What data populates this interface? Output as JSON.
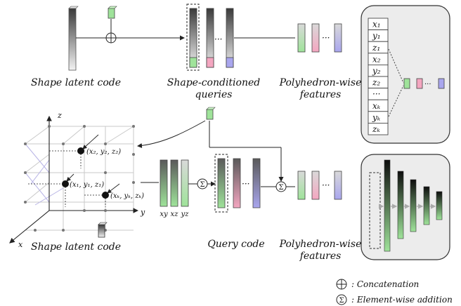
{
  "labels": {
    "shape_latent_top": "Shape latent code",
    "shape_cond_1": "Shape-conditioned",
    "shape_cond_2": "queries",
    "poly_top_1": "Polyhedron-wise",
    "poly_top_2": "features",
    "shape_latent_bottom": "Shape latent code",
    "query_code": "Query code",
    "poly_bot_1": "Polyhedron-wise",
    "poly_bot_2": "features",
    "plane_xy": "xy",
    "plane_xz": "xz",
    "plane_yz": "yz",
    "axis_x": "x",
    "axis_y": "y",
    "axis_z": "z",
    "point_1": "(x₁, y₁, z₁)",
    "point_2": "(x₂, y₂, z₂)",
    "point_k": "(xₖ, yₖ, zₖ)",
    "ellipsis": "···"
  },
  "coord_list": [
    "x₁",
    "y₁",
    "z₁",
    "x₂",
    "y₂",
    "z₂",
    "···",
    "xₖ",
    "yₖ",
    "zₖ"
  ],
  "legend": {
    "concat_symbol": "⊕",
    "concat_text": ": Concatenation",
    "sum_symbol": "Σ",
    "sum_text": ": Element-wise addition"
  },
  "colors": {
    "green": "#9fe39a",
    "pink": "#f4a6c0",
    "purple": "#a9a6ee",
    "gray": "#9a9a9a",
    "panel": "#ececec"
  }
}
